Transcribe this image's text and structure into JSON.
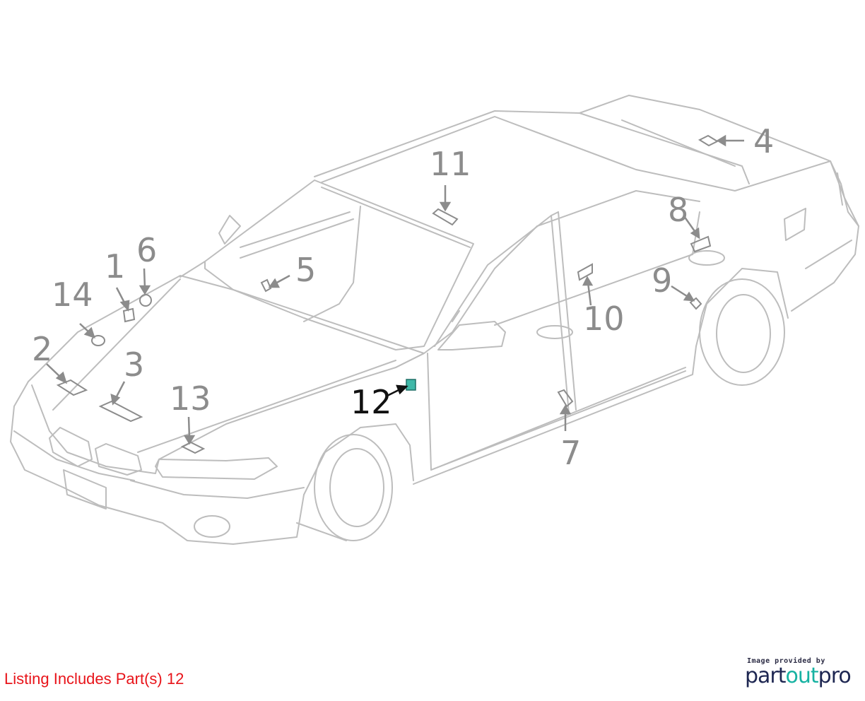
{
  "diagram": {
    "callouts": [
      {
        "id": "1",
        "label": "1"
      },
      {
        "id": "2",
        "label": "2"
      },
      {
        "id": "3",
        "label": "3"
      },
      {
        "id": "4",
        "label": "4"
      },
      {
        "id": "5",
        "label": "5"
      },
      {
        "id": "6",
        "label": "6"
      },
      {
        "id": "7",
        "label": "7"
      },
      {
        "id": "8",
        "label": "8"
      },
      {
        "id": "9",
        "label": "9"
      },
      {
        "id": "10",
        "label": "10"
      },
      {
        "id": "11",
        "label": "11"
      },
      {
        "id": "12",
        "label": "12"
      },
      {
        "id": "13",
        "label": "13"
      },
      {
        "id": "14",
        "label": "14"
      }
    ],
    "highlighted_part": "12",
    "colors": {
      "outline": "#bdbdbd",
      "callout_text": "#8c8c8c",
      "highlight_fill": "#3fb8a8",
      "highlight_text": "#111111",
      "note_text": "#e8141a"
    }
  },
  "footer": {
    "listing_note": "Listing Includes Part(s) 12",
    "brand_caption": "Image provided by",
    "brand_name_part": "part",
    "brand_name_out": "out",
    "brand_name_pro": "pro"
  }
}
